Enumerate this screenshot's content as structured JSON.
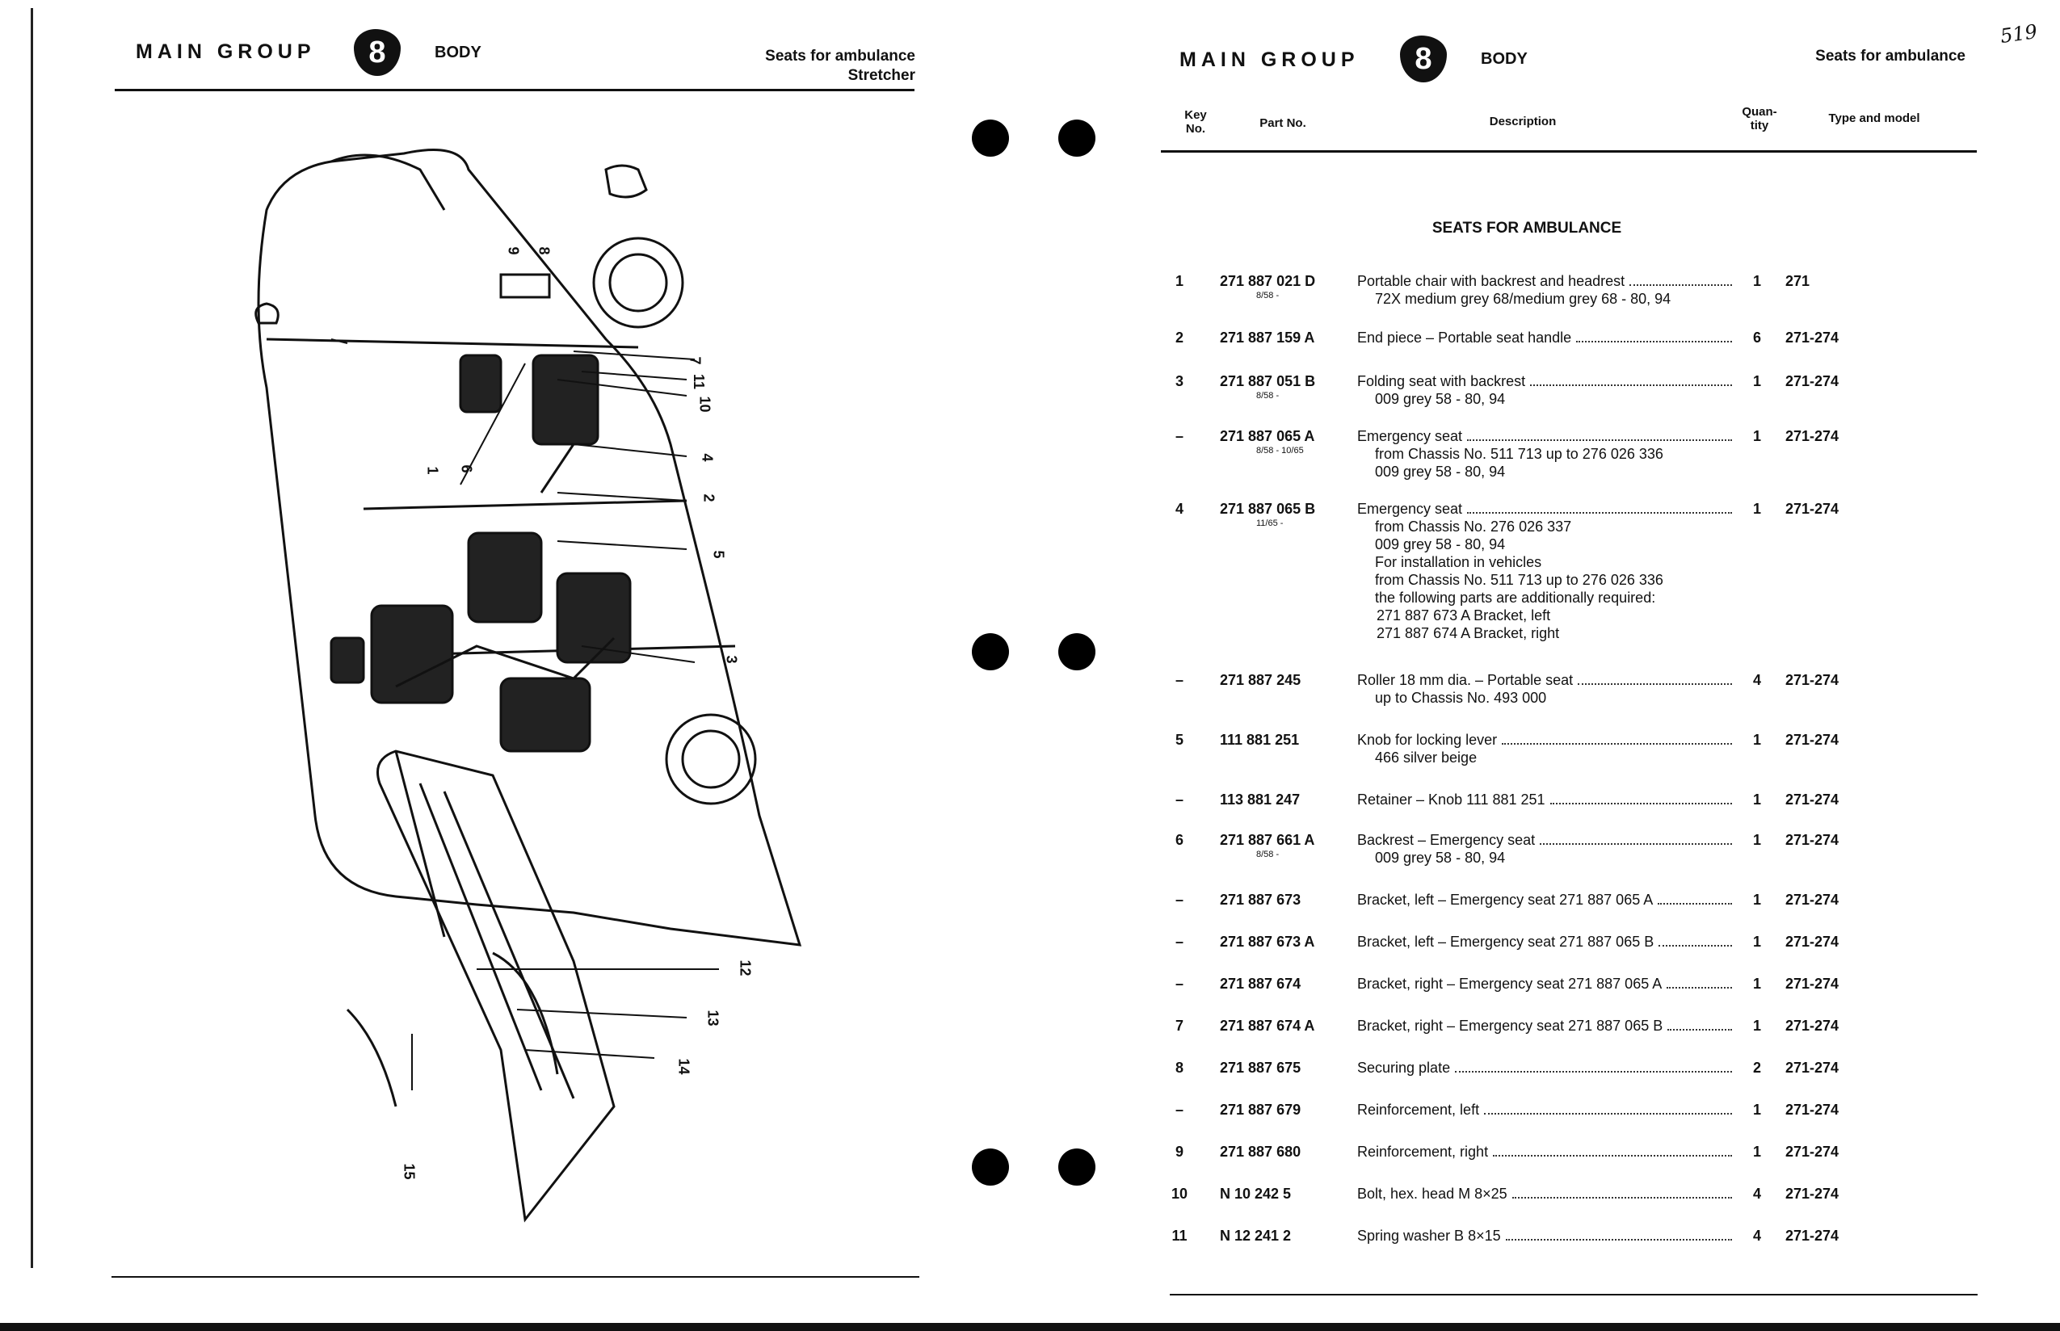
{
  "left_page": {
    "header": {
      "main_group": "MAIN GROUP",
      "group_number": "8",
      "section": "BODY",
      "title_line1": "Seats for ambulance",
      "title_line2": "Stretcher"
    },
    "callouts": [
      "1",
      "2",
      "3",
      "4",
      "5",
      "6",
      "7",
      "8",
      "9",
      "10",
      "11",
      "12",
      "13",
      "14",
      "15"
    ]
  },
  "right_page": {
    "header": {
      "main_group": "MAIN GROUP",
      "group_number": "8",
      "section": "BODY",
      "title": "Seats for ambulance",
      "page_number": "519"
    },
    "columns": {
      "key_no": "Key No.",
      "part_no": "Part No.",
      "description": "Description",
      "quantity": "Quan- tity",
      "type_model": "Type and model"
    },
    "section_title": "SEATS FOR AMBULANCE",
    "rows": [
      {
        "key": "1",
        "part": "271 887 021 D",
        "date": "8/58 -",
        "desc": "Portable chair with backrest and headrest",
        "sub": [
          "72X  medium grey 68/medium grey 68 - 80, 94"
        ],
        "qty": "1",
        "type": "271"
      },
      {
        "key": "2",
        "part": "271 887 159 A",
        "date": "",
        "desc": "End piece – Portable seat handle",
        "sub": [],
        "qty": "6",
        "type": "271-274"
      },
      {
        "key": "3",
        "part": "271 887 051 B",
        "date": "8/58 -",
        "desc": "Folding seat with backrest",
        "sub": [
          "009  grey 58 - 80, 94"
        ],
        "qty": "1",
        "type": "271-274"
      },
      {
        "key": "–",
        "part": "271 887 065 A",
        "date": "8/58 - 10/65",
        "desc": "Emergency seat",
        "sub": [
          "from Chassis No. 511 713 up to 276 026 336",
          "009  grey 58 - 80, 94"
        ],
        "qty": "1",
        "type": "271-274"
      },
      {
        "key": "4",
        "part": "271 887 065 B",
        "date": "11/65 -",
        "desc": "Emergency seat",
        "sub": [
          "from Chassis No. 276 026 337",
          "009  grey 58 - 80, 94",
          "For installation in vehicles",
          "from Chassis No. 511 713 up to 276 026 336",
          "the following parts are additionally required:",
          "271 887 673 A   Bracket, left",
          "271 887 674 A   Bracket, right"
        ],
        "qty": "1",
        "type": "271-274"
      },
      {
        "key": "–",
        "part": "271 887 245",
        "date": "",
        "desc": "Roller 18 mm dia. – Portable seat",
        "sub": [
          "up to Chassis No. 493 000"
        ],
        "qty": "4",
        "type": "271-274"
      },
      {
        "key": "5",
        "part": "111 881 251",
        "date": "",
        "desc": "Knob for locking lever",
        "sub": [
          "466  silver beige"
        ],
        "qty": "1",
        "type": "271-274"
      },
      {
        "key": "–",
        "part": "113 881 247",
        "date": "",
        "desc": "Retainer – Knob 111 881 251",
        "sub": [],
        "qty": "1",
        "type": "271-274"
      },
      {
        "key": "6",
        "part": "271 887 661 A",
        "date": "8/58 -",
        "desc": "Backrest – Emergency seat",
        "sub": [
          "009  grey 58 - 80, 94"
        ],
        "qty": "1",
        "type": "271-274"
      },
      {
        "key": "–",
        "part": "271 887 673",
        "date": "",
        "desc": "Bracket, left – Emergency seat 271 887 065 A",
        "sub": [],
        "qty": "1",
        "type": "271-274"
      },
      {
        "key": "–",
        "part": "271 887 673 A",
        "date": "",
        "desc": "Bracket, left – Emergency seat 271 887 065 B",
        "sub": [],
        "qty": "1",
        "type": "271-274"
      },
      {
        "key": "–",
        "part": "271 887 674",
        "date": "",
        "desc": "Bracket, right – Emergency seat 271 887 065 A",
        "sub": [],
        "qty": "1",
        "type": "271-274"
      },
      {
        "key": "7",
        "part": "271 887 674 A",
        "date": "",
        "desc": "Bracket, right – Emergency seat 271 887 065 B",
        "sub": [],
        "qty": "1",
        "type": "271-274"
      },
      {
        "key": "8",
        "part": "271 887 675",
        "date": "",
        "desc": "Securing plate",
        "sub": [],
        "qty": "2",
        "type": "271-274"
      },
      {
        "key": "–",
        "part": "271 887 679",
        "date": "",
        "desc": "Reinforcement, left",
        "sub": [],
        "qty": "1",
        "type": "271-274"
      },
      {
        "key": "9",
        "part": "271 887 680",
        "date": "",
        "desc": "Reinforcement, right",
        "sub": [],
        "qty": "1",
        "type": "271-274"
      },
      {
        "key": "10",
        "part": "N 10 242 5",
        "date": "",
        "desc": "Bolt, hex. head M 8×25",
        "sub": [],
        "qty": "4",
        "type": "271-274"
      },
      {
        "key": "11",
        "part": "N 12 241 2",
        "date": "",
        "desc": "Spring washer B 8×15",
        "sub": [],
        "qty": "4",
        "type": "271-274"
      }
    ]
  }
}
